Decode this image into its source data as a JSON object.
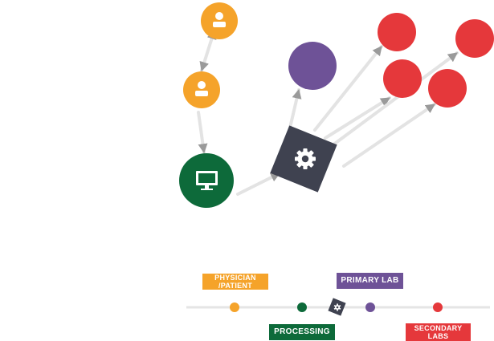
{
  "colors": {
    "physician": "#f5a32a",
    "processing": "#0d6a3a",
    "processor": "#3f4250",
    "primary_lab": "#6e5297",
    "secondary_lab": "#e5383b",
    "connector": "#e3e3e3",
    "arrowhead": "#9a9a9a",
    "legend_line": "#e5e5e5"
  },
  "diagram": {
    "nodes": [
      {
        "id": "physician-top",
        "role": "physician",
        "icon": "person-icon"
      },
      {
        "id": "physician-bottom",
        "role": "physician",
        "icon": "person-icon"
      },
      {
        "id": "computer",
        "role": "processing",
        "icon": "monitor-icon"
      },
      {
        "id": "processor",
        "role": "processor",
        "icon": "gear-icon"
      },
      {
        "id": "primary-lab",
        "role": "primary_lab"
      },
      {
        "id": "secondary-lab-1",
        "role": "secondary_lab"
      },
      {
        "id": "secondary-lab-2",
        "role": "secondary_lab"
      },
      {
        "id": "secondary-lab-3",
        "role": "secondary_lab"
      },
      {
        "id": "secondary-lab-4",
        "role": "secondary_lab"
      }
    ]
  },
  "legend": {
    "physician_label": "PHYSICIAN /PATIENT",
    "primary_lab_label": "PRIMARY LAB",
    "processing_label": "PROCESSING",
    "secondary_labs_label": "SECONDARY\nLABS"
  }
}
